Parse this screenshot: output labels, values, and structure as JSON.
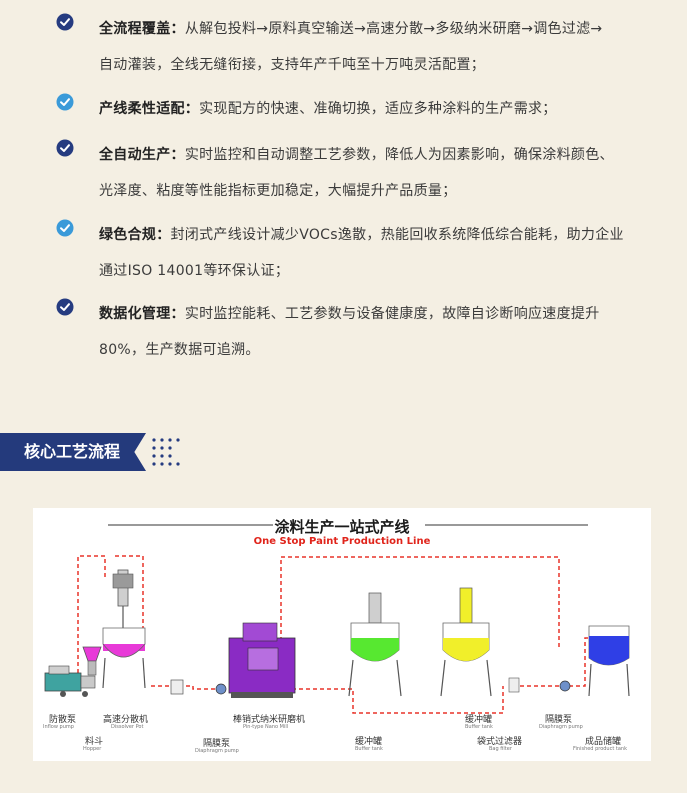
{
  "features": [
    {
      "title": "全流程覆盖：",
      "line1": "从解包投料→原料真空输送→高速分散→多级纳米研磨→调色过滤→",
      "line2": "自动灌装，全线无缝衔接，支持年产千吨至十万吨灵活配置；"
    },
    {
      "title": "产线柔性适配：",
      "line1": "实现配方的快速、准确切换，适应多种涂料的生产需求；",
      "line2": ""
    },
    {
      "title": "全自动生产：",
      "line1": "实时监控和自动调整工艺参数，降低人为因素影响，确保涂料颜色、",
      "line2": "光泽度、粘度等性能指标更加稳定，大幅提升产品质量；"
    },
    {
      "title": "绿色合规：",
      "line1": "封闭式产线设计减少VOCs逸散，热能回收系统降低综合能耗，助力企业",
      "line2": "通过ISO 14001等环保认证；"
    },
    {
      "title": "数据化管理：",
      "line1": "实时监控能耗、工艺参数与设备健康度，故障自诊断响应速度提升",
      "line2": "80%，生产数据可追溯。"
    }
  ],
  "section": {
    "title": "核心工艺流程"
  },
  "diagram": {
    "title": "涂料生产一站式产线",
    "subtitle": "One Stop Paint Production Line",
    "labels": [
      {
        "cn": "防散泵",
        "en": "Inflow pump"
      },
      {
        "cn": "高速分散机",
        "en": "Dissolver Pot"
      },
      {
        "cn": "料斗",
        "en": "Hopper"
      },
      {
        "cn": "隔膜泵",
        "en": "Diaphragm pump"
      },
      {
        "cn": "棒销式纳米研磨机",
        "en": "Pin-type Nano Mill"
      },
      {
        "cn": "缓冲罐",
        "en": "Buffer tank"
      },
      {
        "cn": "缓冲罐",
        "en": "Buffer tank"
      },
      {
        "cn": "袋式过滤器",
        "en": "Bag filter"
      },
      {
        "cn": "隔膜泵",
        "en": "Diaphragm pump"
      },
      {
        "cn": "成品储罐",
        "en": "Finished product tank"
      }
    ],
    "colors": {
      "pink": "#e83ad8",
      "purple": "#8a2bc4",
      "green": "#57e830",
      "yellow": "#f1ef2a",
      "blue": "#2f3fe6",
      "pipe": "#e8342a"
    }
  }
}
